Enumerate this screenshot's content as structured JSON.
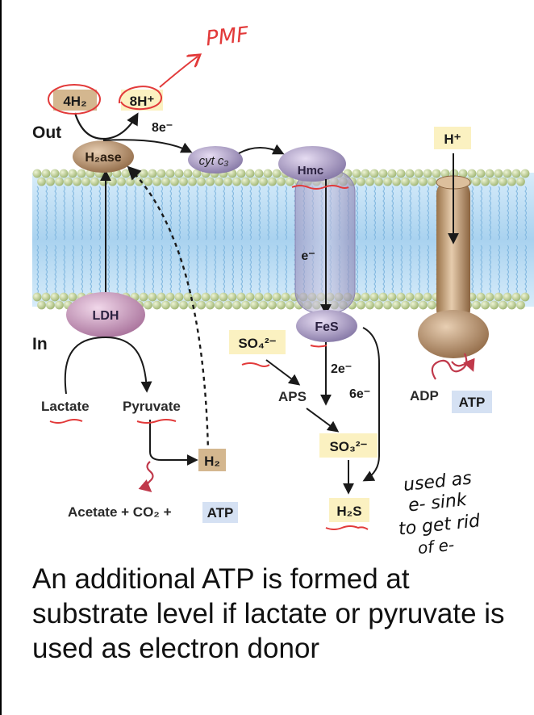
{
  "labels": {
    "out": "Out",
    "in": "In",
    "four_h2": "4H₂",
    "eight_h_plus": "8H⁺",
    "eight_e": "8e⁻",
    "h2ase": "H₂ase",
    "cyt_c3": "cyt c₃",
    "hmc": "Hmc",
    "e_minus": "e⁻",
    "h_plus": "H⁺",
    "ldh": "LDH",
    "fes": "FeS",
    "so4": "SO₄²⁻",
    "two_e": "2e⁻",
    "aps": "APS",
    "six_e": "6e⁻",
    "adp": "ADP",
    "atp": "ATP",
    "lactate": "Lactate",
    "pyruvate": "Pyruvate",
    "h2": "H₂",
    "so3": "SO₃²⁻",
    "h2s": "H₂S",
    "acetate_eq_a": "Acetate + CO₂ +",
    "acetate_eq_atp": "ATP"
  },
  "annotations": {
    "pmf": "PMF",
    "note_line1": "used as",
    "note_line2": "e- sink",
    "note_line3": "to get rid",
    "note_line4": "of e-"
  },
  "caption": "An additional ATP is formed at substrate level if lactate or pyruvate is used as electron donor",
  "colors": {
    "membrane_blue": "#bcdcf2",
    "head_green": "#c2d49a",
    "protein_purple": "#a79cc6",
    "protein_brown": "#b58a60",
    "label_yellow": "#fbf1c1",
    "label_blue": "#d5e1f3",
    "label_tan": "#d4b78f",
    "annotation_red": "#e23a3a"
  }
}
